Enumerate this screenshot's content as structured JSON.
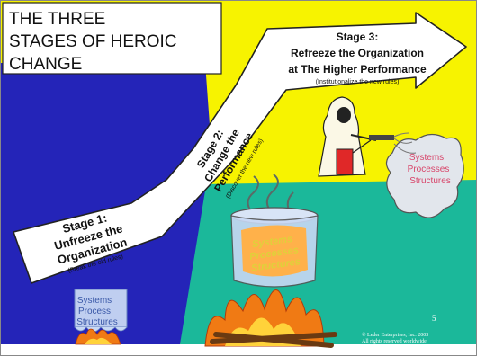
{
  "slide": {
    "title_lines": [
      "THE THREE",
      "STAGES OF HEROIC",
      "CHANGE"
    ],
    "stages": [
      {
        "heading_lines": [
          "Stage 1:",
          "Unfreeze the",
          "Organization"
        ],
        "subtitle": "(Break the old rules)"
      },
      {
        "heading_lines": [
          "Stage 2:",
          "Change the",
          "Performance"
        ],
        "subtitle": "(Discover the new rules)"
      },
      {
        "heading_lines": [
          "Stage 3:",
          "Refreeze the Organization",
          "at The Higher Performance"
        ],
        "subtitle": "(Institutionalize the new rules)"
      }
    ],
    "ice_block_lines": [
      "Systems",
      "Process",
      "Structures"
    ],
    "pot_lines": [
      "Systems",
      "Processes",
      "Structures"
    ],
    "frozen_lines": [
      "Systems",
      "Processes",
      "Structures"
    ],
    "page_number": "5",
    "copyright_lines": [
      "© Leder Enterprises, Inc. 2003",
      "All rights reserved worldwide"
    ],
    "colors": {
      "blue_panel": "#2424b8",
      "yellow_panel": "#f7f300",
      "green_panel": "#1bb89a",
      "flame": "#f07a14",
      "ice": "#c8d8f4"
    }
  }
}
